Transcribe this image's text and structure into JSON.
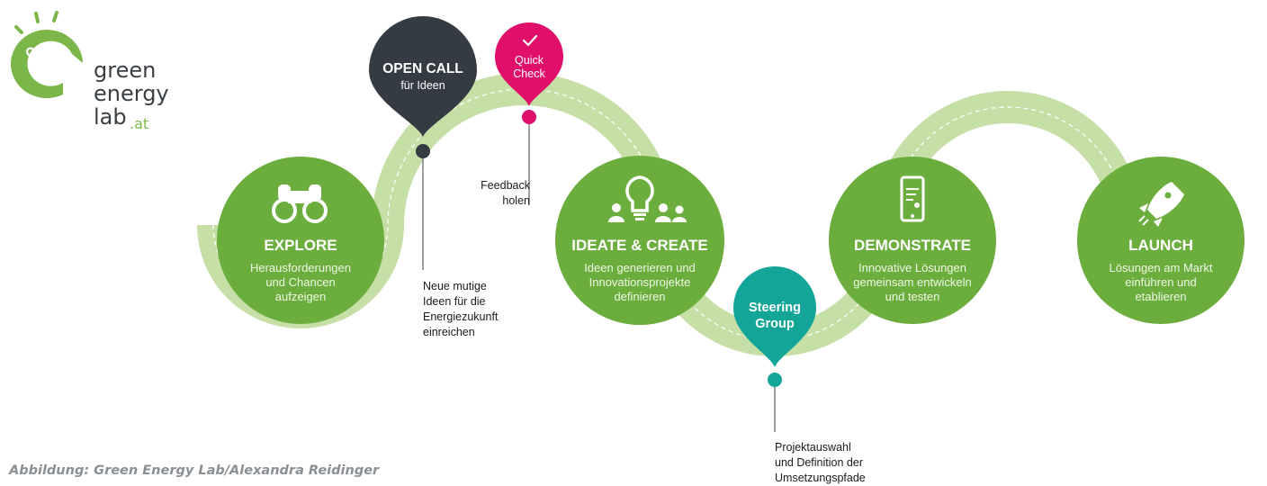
{
  "logo": {
    "line1": "green",
    "line2": "energy",
    "line3": "lab",
    "suffix": ".at",
    "symbol": "infinity-icon"
  },
  "stages": [
    {
      "title": "EXPLORE",
      "desc": [
        "Herausforderungen",
        "und Chancen",
        "aufzeigen"
      ],
      "icon": "binoculars-icon"
    },
    {
      "title": "IDEATE & CREATE",
      "desc": [
        "Ideen generieren und",
        "Innovationsprojekte",
        "definieren"
      ],
      "icon": "lightbulb-people-icon"
    },
    {
      "title": "DEMONSTRATE",
      "desc": [
        "Innovative Lösungen",
        "gemeinsam entwickeln",
        "und testen"
      ],
      "icon": "smartphone-icon"
    },
    {
      "title": "LAUNCH",
      "desc": [
        "Lösungen am Markt",
        "einführen und",
        "etablieren"
      ],
      "icon": "rocket-icon"
    }
  ],
  "pins": [
    {
      "title": "OPEN CALL",
      "sub": "für Ideen",
      "color": "#343b43"
    },
    {
      "title": "Quick",
      "sub": "Check",
      "color": "#e0106a",
      "icon": "checkmark-icon"
    },
    {
      "title": "Steering",
      "sub": "Group",
      "color": "#13a598"
    }
  ],
  "notes": {
    "open_call": [
      "Neue mutige",
      "Ideen für die",
      "Energiezukunft",
      "einreichen"
    ],
    "quick_check": [
      "Feedback",
      "holen"
    ],
    "steering": [
      "Projektauswahl",
      "und Definition der",
      "Umsetzungspfade"
    ]
  },
  "colors": {
    "stage_green": "#6cae3e",
    "path_light": "#c5dfa6",
    "dark": "#343b43",
    "magenta": "#e0106a",
    "teal": "#13a598"
  },
  "caption": "Abbildung: Green Energy Lab/Alexandra Reidinger"
}
